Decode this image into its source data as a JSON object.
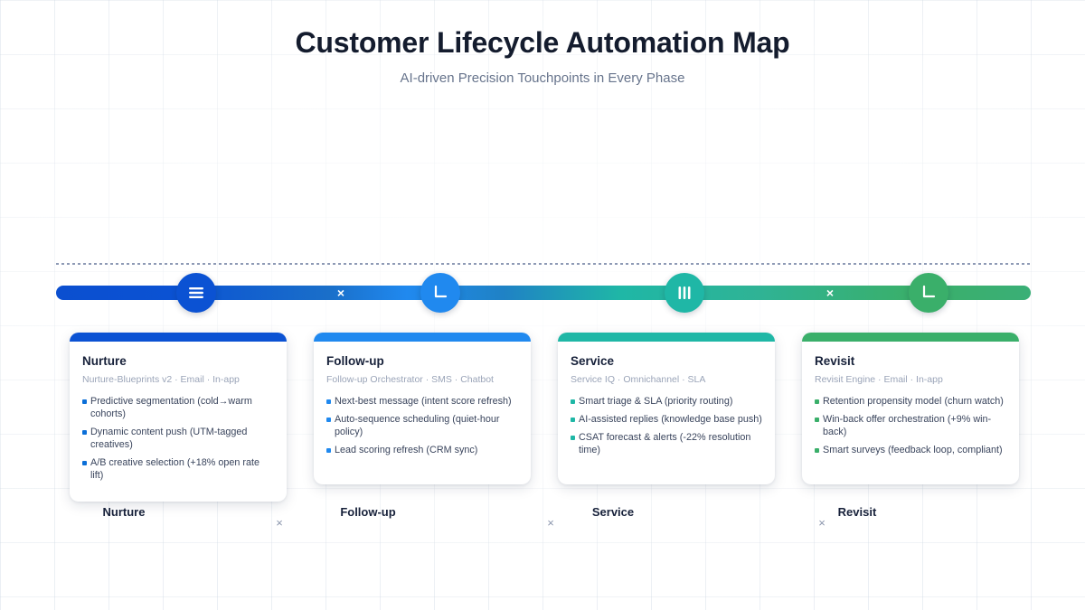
{
  "header": {
    "title": "Customer Lifecycle Automation Map",
    "subtitle": "AI-driven Precision Touchpoints in Every Phase"
  },
  "colors": {
    "rail_start": "#0b4fd0",
    "rail_end": "#3aaf76",
    "phase1": "#0b52d3",
    "phase2": "#2089ef",
    "phase3": "#1fb7a6",
    "phase4": "#3aaf6a",
    "title": "#141c2e",
    "subtitle": "#67748c",
    "meta": "#9aa4b8",
    "body": "#39445c",
    "grid": "#cbd5e1",
    "guide": "#8e9ab5",
    "marker": "#8b96ad"
  },
  "timeline": {
    "connector_markers": [
      {
        "symbol": "×",
        "name": "rail-marker-1"
      },
      {
        "symbol": "×",
        "name": "rail-marker-2"
      }
    ],
    "nodes": [
      {
        "icon": "menu-lines-icon",
        "color": "#0b52d3"
      },
      {
        "icon": "corner-bracket-icon",
        "color": "#2089ef"
      },
      {
        "icon": "bars-vertical-icon",
        "color": "#1fb7a6"
      },
      {
        "icon": "corner-bracket-icon",
        "color": "#3aaf6a"
      }
    ]
  },
  "phases": [
    {
      "title": "Nurture",
      "meta": "Nurture-Blueprints v2 · Email · In-app",
      "accent": "#0b52d3",
      "bullet": "#0b6fd8",
      "items": [
        "Predictive segmentation (cold→warm cohorts)",
        "Dynamic content push (UTM-tagged creatives)",
        "A/B creative selection (+18% open rate lift)"
      ],
      "bottom_label": "Nurture"
    },
    {
      "title": "Follow-up",
      "meta": "Follow-up Orchestrator · SMS · Chatbot",
      "accent": "#2089ef",
      "bullet": "#2089ef",
      "items": [
        "Next-best message (intent score refresh)",
        "Auto-sequence scheduling (quiet-hour policy)",
        "Lead scoring refresh (CRM sync)"
      ],
      "bottom_label": "Follow-up"
    },
    {
      "title": "Service",
      "meta": "Service IQ · Omnichannel · SLA",
      "accent": "#1fb7a6",
      "bullet": "#1fb7a6",
      "items": [
        "Smart triage & SLA (priority routing)",
        "AI-assisted replies (knowledge base push)",
        "CSAT forecast & alerts (-22% resolution time)"
      ],
      "bottom_label": "Service"
    },
    {
      "title": "Revisit",
      "meta": "Revisit Engine · Email · In-app",
      "accent": "#3aaf6a",
      "bullet": "#3aaf6a",
      "items": [
        "Retention propensity model (churn watch)",
        "Win-back offer orchestration (+9% win-back)",
        "Smart surveys (feedback loop, compliant)"
      ],
      "bottom_label": "Revisit"
    }
  ],
  "bottom_markers": [
    {
      "symbol": "×"
    },
    {
      "symbol": "×"
    },
    {
      "symbol": "×"
    }
  ]
}
